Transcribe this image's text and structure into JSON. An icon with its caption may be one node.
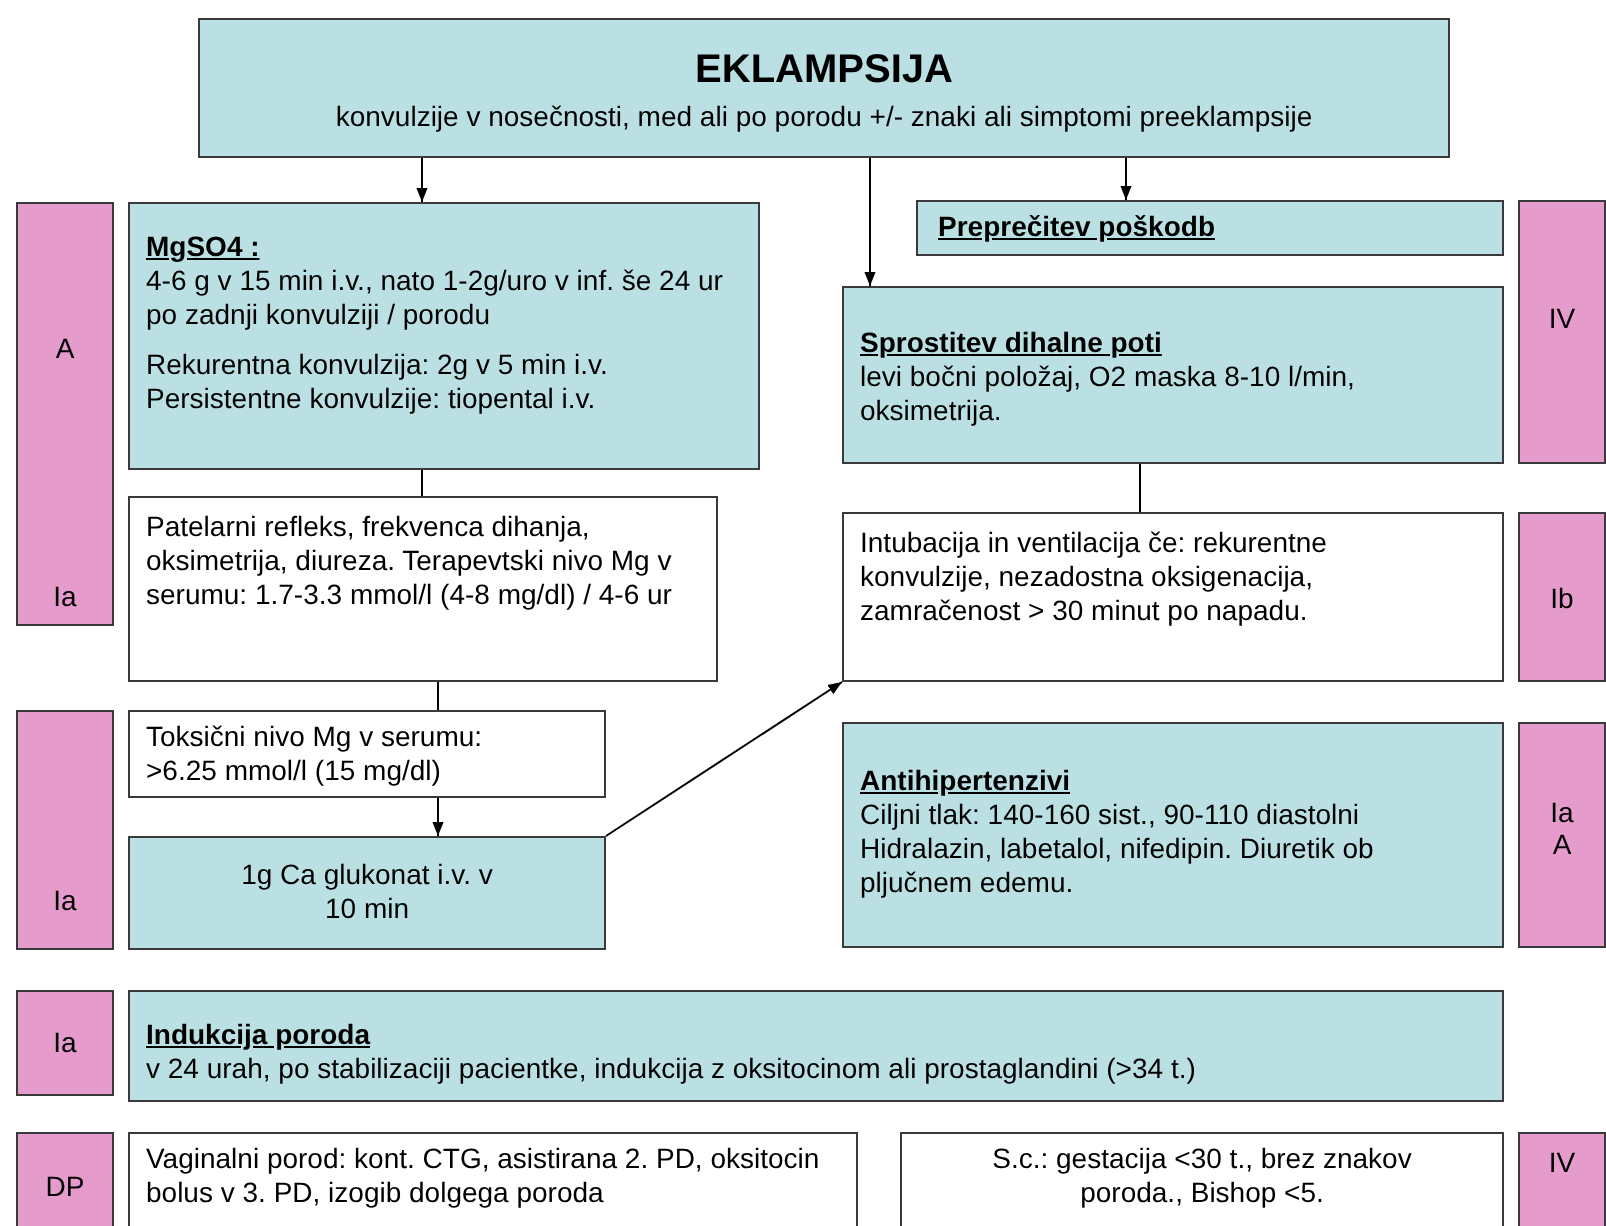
{
  "diagram": {
    "nodes": [
      {
        "text": [
          "EKLAMPSIJA",
          "konvulzije v nosečnosti, med ali po porodu +/- znaki ali simptomi preeklampsije"
        ]
      },
      {
        "text": [
          "A",
          "Ia"
        ]
      },
      {
        "text": [
          "MgSO4 :",
          "4-6 g v 15 min i.v., nato 1-2g/uro v inf. še 24 ur po zadnji konvulziji / porodu",
          "Rekurentna konvulzija: 2g v 5 min i.v. Persistentne konvulzije: tiopental i.v."
        ]
      },
      {
        "text": [
          "Preprečitev poškodb"
        ]
      },
      {
        "text": [
          "IV"
        ]
      },
      {
        "text": [
          "Sprostitev dihalne poti",
          "levi bočni položaj, O2 maska 8-10 l/min, oksimetrija."
        ]
      },
      {
        "text": [
          "Patelarni refleks, frekvenca dihanja, oksimetrija, diureza. Terapevtski nivo Mg v serumu: 1.7-3.3 mmol/l (4-8 mg/dl) / 4-6 ur"
        ]
      },
      {
        "text": [
          "Intubacija in ventilacija če: rekurentne konvulzije, nezadostna oksigenacija, zamračenost > 30 minut po napadu."
        ]
      },
      {
        "text": [
          "Ib"
        ]
      },
      {
        "text": [
          "Ia"
        ]
      },
      {
        "text": [
          "Toksični nivo Mg v serumu: >6.25 mmol/l (15 mg/dl)"
        ]
      },
      {
        "text": [
          "Antihipertenzivi",
          "Ciljni tlak: 140-160 sist., 90-110 diastolni Hidralazin, labetalol, nifedipin. Diuretik ob pljučnem edemu."
        ]
      },
      {
        "text": [
          "Ia",
          "A"
        ]
      },
      {
        "text": [
          "1g Ca glukonat i.v. v 10 min"
        ]
      },
      {
        "text": [
          "Ia"
        ]
      },
      {
        "text": [
          "Indukcija poroda",
          "v 24 urah, po stabilizaciji pacientke, indukcija z oksitocinom ali prostaglandini (>34 t.)"
        ]
      },
      {
        "text": [
          "DP"
        ]
      },
      {
        "text": [
          "Vaginalni porod: kont. CTG, asistirana 2. PD, oksitocin bolus v 3. PD, izogib dolgega poroda"
        ]
      },
      {
        "text": [
          "S.c.: gestacija <30 t., brez znakov poroda., Bishop <5."
        ]
      },
      {
        "text": [
          "IV"
        ]
      }
    ],
    "edges": [
      {
        "from": 0,
        "to": 2,
        "arrow": "to"
      },
      {
        "from": 0,
        "to": 3,
        "arrow": "to"
      },
      {
        "from": 0,
        "to": 5,
        "arrow": "to"
      },
      {
        "from": 2,
        "to": 6,
        "arrow": "none"
      },
      {
        "from": 5,
        "to": 7,
        "arrow": "none"
      },
      {
        "from": 6,
        "to": 10,
        "arrow": "none"
      },
      {
        "from": 10,
        "to": 13,
        "arrow": "to"
      },
      {
        "from": 13,
        "to": 7,
        "arrow": "to"
      }
    ]
  }
}
